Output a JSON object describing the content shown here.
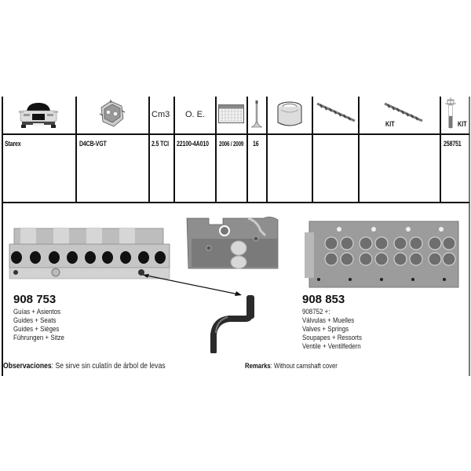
{
  "table": {
    "headers": [
      {
        "icon": "car-front-icon",
        "label": ""
      },
      {
        "icon": "engine-icon",
        "label": ""
      },
      {
        "icon": "",
        "label": "Cm3"
      },
      {
        "icon": "",
        "label": "O. E."
      },
      {
        "icon": "calendar-icon",
        "label": ""
      },
      {
        "icon": "valve-icon",
        "label": ""
      },
      {
        "icon": "tappet-icon",
        "label": ""
      },
      {
        "icon": "camshaft-icon",
        "label": ""
      },
      {
        "icon": "camshaft-kit-icon",
        "label": "KIT"
      },
      {
        "icon": "bolt-kit-icon",
        "label": "KIT"
      }
    ],
    "row": {
      "model": "Starex",
      "engine": "D4CB-VGT",
      "cm3": "2.5 TCI",
      "oe": "22100-4A010",
      "years": "2006 / 2009",
      "valves": "16",
      "tappet": "",
      "camshaft": "",
      "camshaft_kit": "",
      "bolt_kit": "258751"
    }
  },
  "products": {
    "left": {
      "ref": "908 753",
      "lines": [
        "Guías + Asientos",
        "Guides + Seats",
        "Guides + Sièges",
        "Führungen + Sitze"
      ]
    },
    "right": {
      "ref": "908 853",
      "lines": [
        "908752 +:",
        "Válvulas + Muelles",
        "Valves + Springs",
        "Soupapes + Ressorts",
        "Ventile + Ventilfedern"
      ]
    }
  },
  "remarks": {
    "es_label": "Observaciones",
    "es_text": ": Se sirve sin culatín de árbol de levas",
    "en_label": "Remarks",
    "en_text": ": Without camshaft cover"
  }
}
